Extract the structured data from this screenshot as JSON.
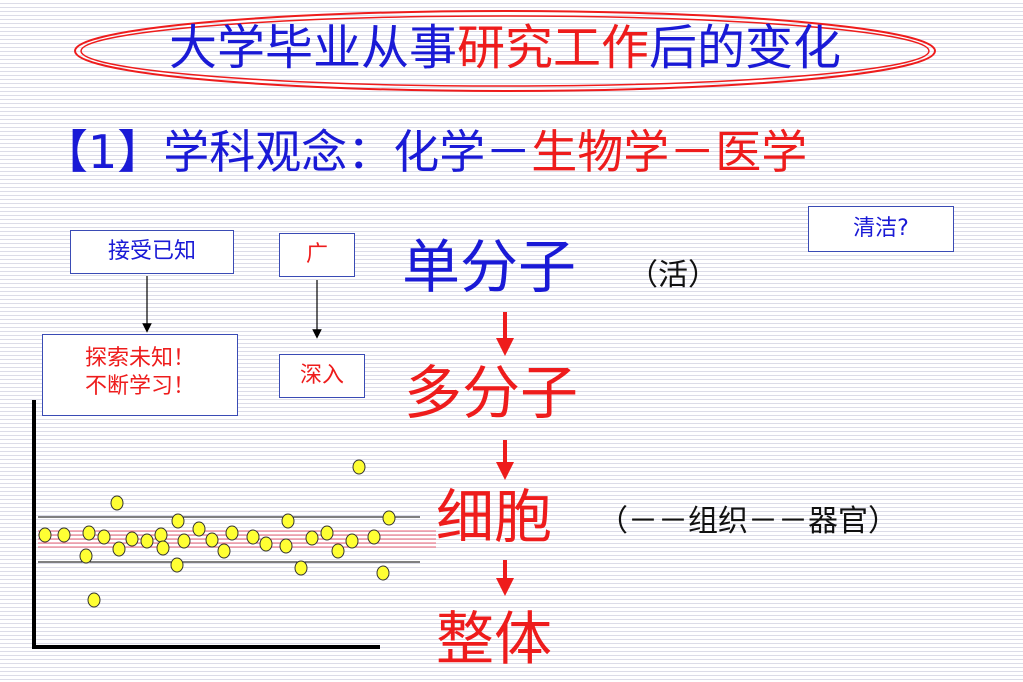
{
  "slide": {
    "title": {
      "part1": "大学毕业从事",
      "part2": "研究工作",
      "part3": "后的变化"
    },
    "subtitle": {
      "prefix": "【1】学科观念：化学－",
      "highlight": "生物学－医学"
    },
    "labels": {
      "accept_known": "接受已知",
      "explore_unknown_line1": "探索未知！",
      "explore_unknown_line2": "不断学习！",
      "broad": "广",
      "deep": "深入",
      "clean": "清洁?"
    },
    "hierarchy": {
      "single_molecule": "单分子",
      "single_note": "（活）",
      "multi_molecule": "多分子",
      "cell": "细胞",
      "cell_note": "（－－组织－－器官）",
      "whole": "整体"
    },
    "colors": {
      "blue": "#1a1ad6",
      "red": "#ee1c1c",
      "dot_fill": "#ffff33",
      "band": "#ee6677"
    }
  }
}
